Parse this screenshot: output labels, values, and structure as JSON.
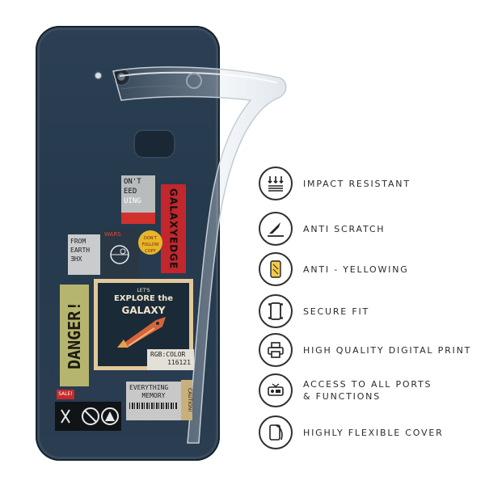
{
  "features": [
    {
      "label": "IMPACT RESISTANT",
      "icon": "impact-arrows-icon"
    },
    {
      "label": "ANTI SCRATCH",
      "icon": "scratch-blade-icon"
    },
    {
      "label": "ANTI - YELLOWING",
      "icon": "yellow-phone-icon"
    },
    {
      "label": "SECURE FIT",
      "icon": "phone-frame-icon"
    },
    {
      "label": "HIGH QUALITY DIGITAL PRINT",
      "icon": "printer-icon"
    },
    {
      "label": "ACCESS TO ALL PORTS\n& FUNCTIONS",
      "icon": "ports-icon"
    },
    {
      "label": "HIGHLY FLEXIBLE COVER",
      "icon": "flexible-cover-icon"
    }
  ],
  "stickers": {
    "dont": [
      "ON'T",
      "EED",
      "UING"
    ],
    "galaxy": "GALAXYEDGE",
    "earth": [
      "FROM",
      "EARTH",
      "ƎHX"
    ],
    "wars": [
      "WARS"
    ],
    "copy": [
      "DON'T",
      "FOLLOW",
      "COPY"
    ],
    "danger": "DANGER!",
    "explore": {
      "line1": "LET'S",
      "line2": "EXPLORE the",
      "line3": "GALAXY"
    },
    "rgb": [
      "RGB:COLOR",
      "116121"
    ],
    "sale": "SALE!",
    "everything": [
      "EVERYTHING",
      "MEMORY"
    ],
    "caution": "CAUTION!"
  },
  "colors": {
    "phone": "#2a3d51",
    "icon_stroke": "#303030",
    "accent_yellow": "#f2c94c",
    "sticker_red": "#c2272d"
  }
}
